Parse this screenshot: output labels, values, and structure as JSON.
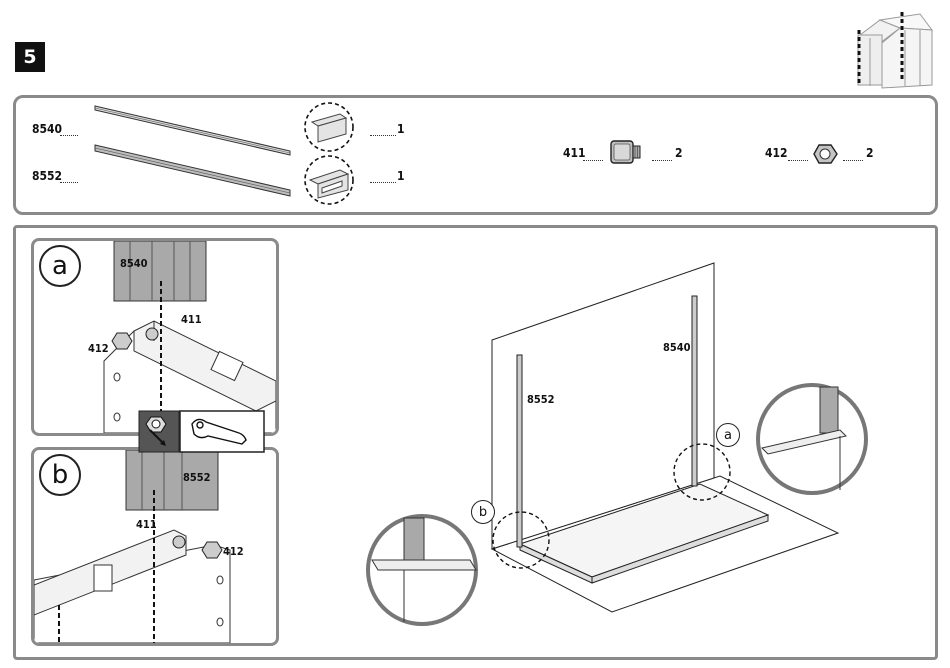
{
  "step": {
    "number": "5"
  },
  "parts": {
    "rails": [
      {
        "code": "8540",
        "qty": "1"
      },
      {
        "code": "8552",
        "qty": "1"
      }
    ],
    "hardware": [
      {
        "code": "411",
        "qty": "2",
        "icon": "bolt-icon"
      },
      {
        "code": "412",
        "qty": "2",
        "icon": "hex-nut-icon"
      }
    ]
  },
  "detail_a": {
    "marker": "a",
    "rail_code": "8540",
    "bolt_code": "411",
    "nut_code": "412"
  },
  "detail_b": {
    "marker": "b",
    "rail_code": "8552",
    "bolt_code": "411",
    "nut_code": "412"
  },
  "main_view": {
    "marker_a": "a",
    "marker_b": "b",
    "left_rail": "8552",
    "right_rail": "8540"
  },
  "colors": {
    "panel_border": "#8a8a8a",
    "rail_gray": "#a9a9a9",
    "ink": "#111111"
  }
}
